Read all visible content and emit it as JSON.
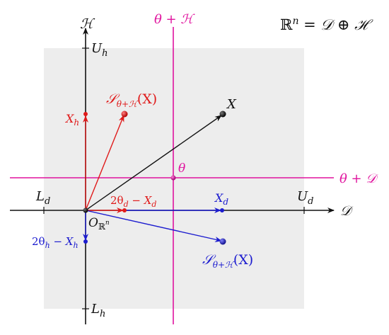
{
  "colors": {
    "black": "#111111",
    "red": "#e01b1b",
    "blue": "#1c1ccf",
    "magenta": "#e0139e",
    "box": "#ededed"
  },
  "title": {
    "base": "ℝ",
    "sup": "n",
    "rest": " = 𝒟 ⊕ ℋ"
  },
  "axes": {
    "h_axis": "ℋ",
    "d_axis": "𝒟"
  },
  "bounds": {
    "U_h": {
      "main": "U",
      "sub": "h"
    },
    "L_h": {
      "main": "L",
      "sub": "h"
    },
    "L_d": {
      "main": "L",
      "sub": "d"
    },
    "U_d": {
      "main": "U",
      "sub": "d"
    }
  },
  "labels": {
    "origin": {
      "main": "O",
      "sub": "ℝ",
      "subsup": "n"
    },
    "x": "X",
    "theta": "θ",
    "theta_plus_h": "θ + ℋ",
    "theta_plus_d": "θ + 𝒟",
    "x_h": {
      "main": "X",
      "sub": "h"
    },
    "x_d": {
      "main": "X",
      "sub": "d"
    },
    "reflect_d": {
      "pre": "2θ",
      "sub1": "d",
      "mid": " − X",
      "sub2": "d"
    },
    "reflect_h": {
      "pre": "2θ",
      "sub1": "h",
      "mid": " − X",
      "sub2": "h"
    },
    "s_red": {
      "main": "𝒮",
      "sub": "θ+ℋ",
      "arg": "(X)"
    },
    "s_blue": {
      "main": "𝒮",
      "sub": "θ+ℋ",
      "arg": "(X)"
    }
  }
}
